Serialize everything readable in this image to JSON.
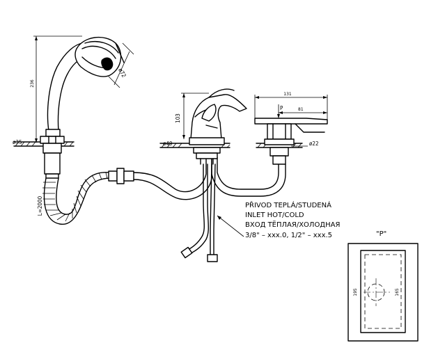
{
  "dimensions": {
    "hand_shower_height": "236",
    "hand_shower_diameter": "ø72",
    "shower_holder_diameter": "ø35",
    "hose_length": "L=2000",
    "mixer_height": "103",
    "mixer_base_diameter": "ø49",
    "diverter_width": "131",
    "diverter_lever": "81",
    "diverter_base_diameter": "ø22",
    "diverter_mark": "P"
  },
  "inlet_note": {
    "line1": "PŘIVOD TEPLÁ/STUDENÁ",
    "line2": "INLET HOT/COLD",
    "line3": "ВХОД ТЁПЛАЯ/ХОЛОДНАЯ",
    "line4": "3/8\"  –  xxx.0,  1/2\"  –  xxx.5"
  },
  "detail_p": {
    "title": "\"P\"",
    "outer_height": "195",
    "inner_height": "165"
  }
}
